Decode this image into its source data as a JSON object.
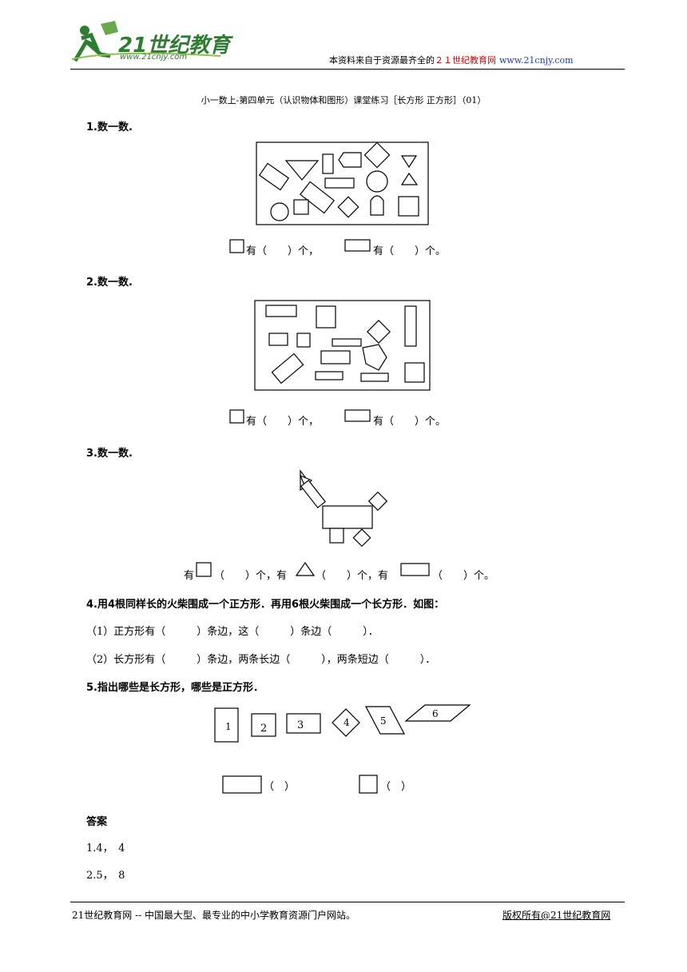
{
  "header": {
    "logo_text": "21世纪教育",
    "logo_url_text": "www.21cnjy.com",
    "source_prefix": "本资料来自于资源最齐全的",
    "source_site": "２１世纪教育网",
    "source_url": "www.21cnjy.com"
  },
  "title": "小一数上-第四单元（认识物体和图形）课堂练习［长方形 正方形］（01）",
  "q1": {
    "heading": "1.数一数.",
    "answer_line_a": "有（　　）个，",
    "answer_line_b": "有（　　）个。"
  },
  "q2": {
    "heading": "2.数一数.",
    "answer_line_a": "有（　　）个，",
    "answer_line_b": "有（　　）个。"
  },
  "q3": {
    "heading": "3.数一数.",
    "part_a": "有",
    "part_a_blank": "（　　）个，有",
    "part_b_blank": "（　　）个，有",
    "part_c_blank": "（　　）个。"
  },
  "q4": {
    "heading": "4.用4根同样长的火柴围成一个正方形．再用6根火柴围成一个长方形．如图：",
    "line1": "（1）正方形有（　　　）条边，这（　　　）条边（　　　）．",
    "line2": "（2）长方形有（　　　）条边，两条长边（　　　），两条短边（　　　）．"
  },
  "q5": {
    "heading": "5.指出哪些是长方形，哪些是正方形．",
    "shape_labels": [
      "1",
      "2",
      "3",
      "4",
      "5",
      "6"
    ],
    "rect_blank": "（　）",
    "square_blank": "（　）"
  },
  "answers": {
    "heading": "答案",
    "a1": "1.4，　4",
    "a2": "2.5，　8"
  },
  "footer": {
    "left": "21世纪教育网 -- 中国最大型、最专业的中小学教育资源门户网站。",
    "right": "版权所有@21世纪教育网"
  }
}
